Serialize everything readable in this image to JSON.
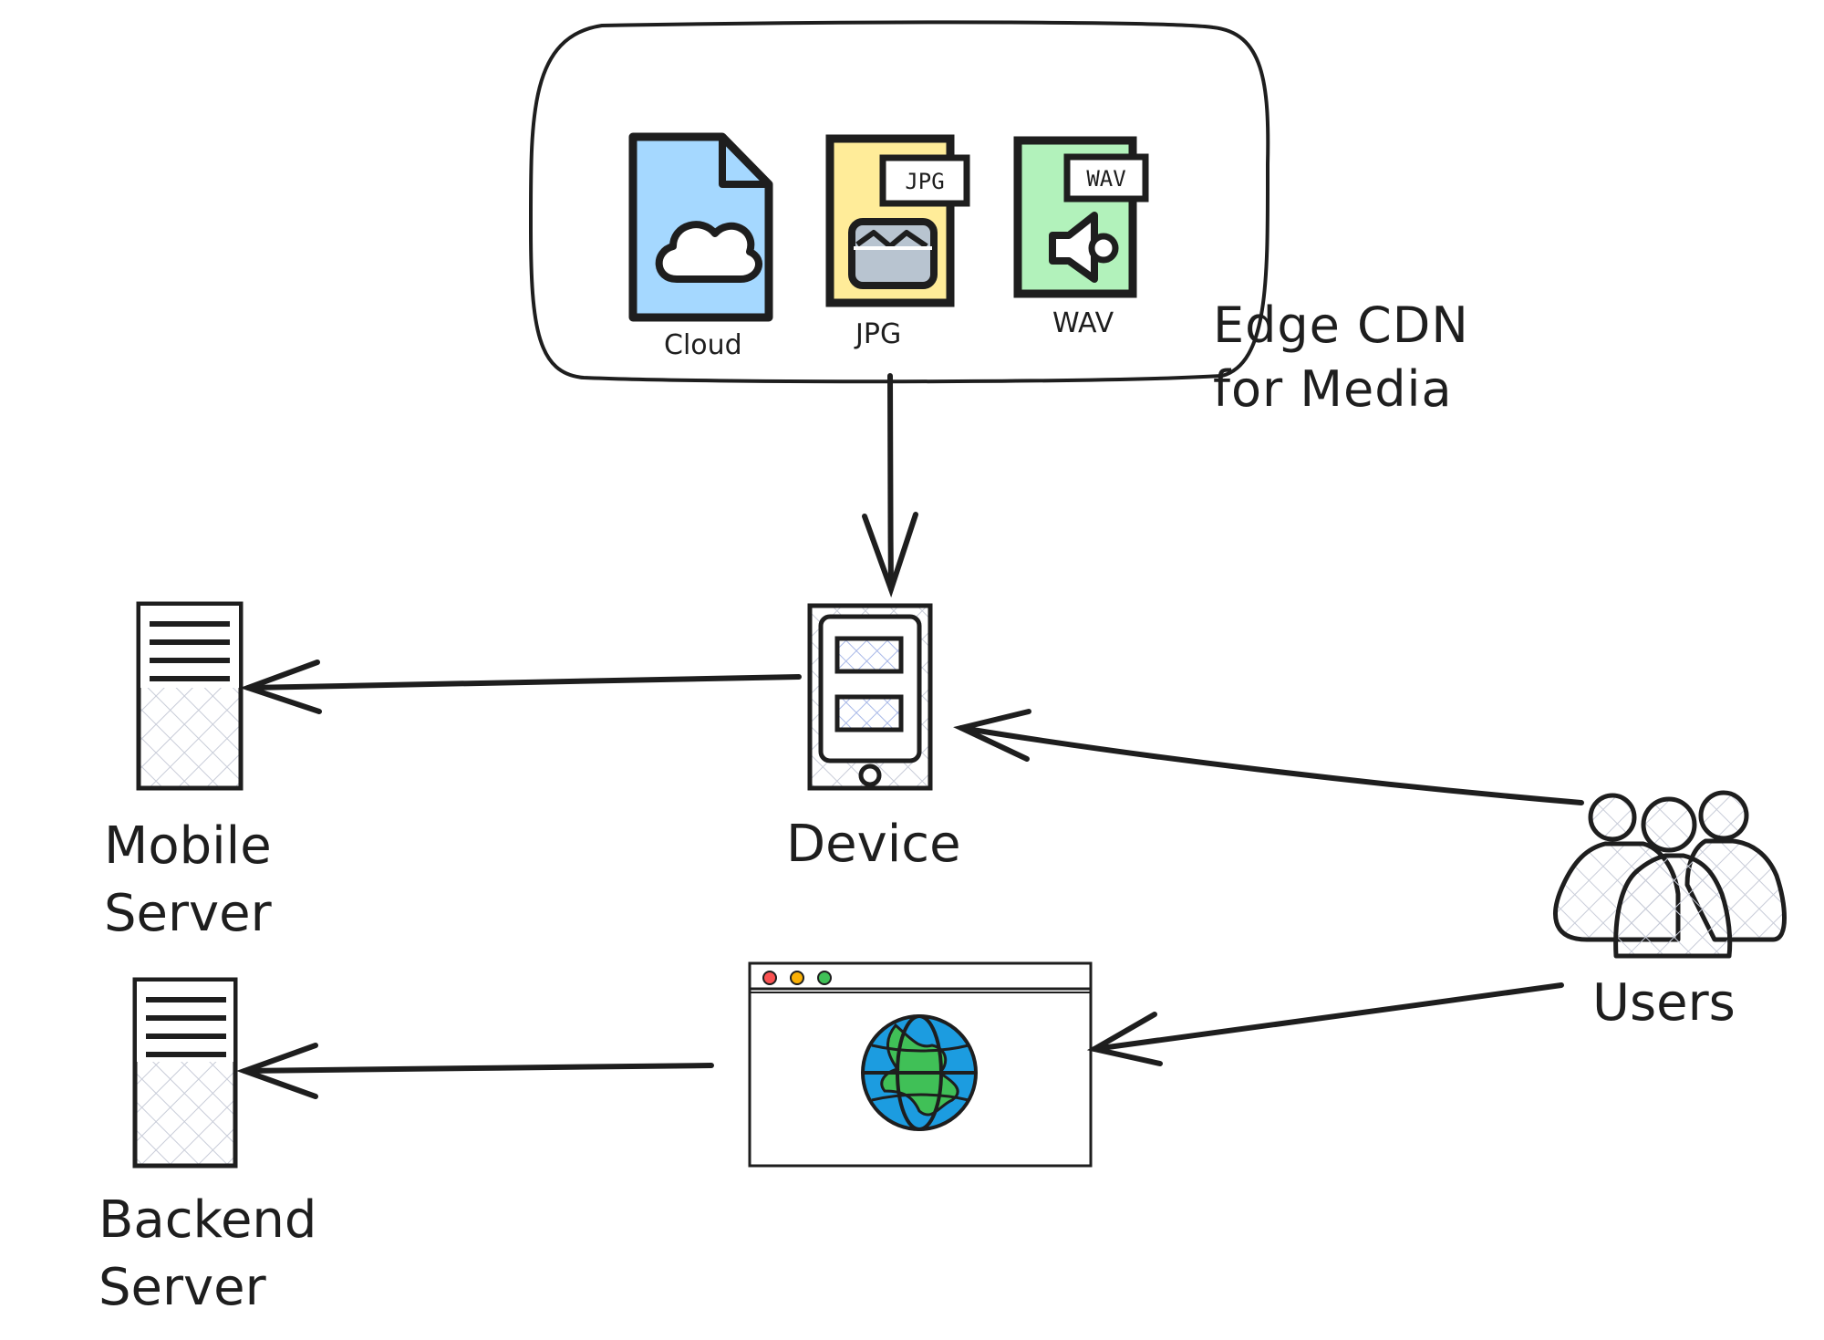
{
  "cdn": {
    "title_line1": "Edge CDN",
    "title_line2": "for Media",
    "files": [
      {
        "label": "Cloud",
        "badge": "",
        "color": "#a5d8ff"
      },
      {
        "label": "JPG",
        "badge": "JPG",
        "color": "#ffec99"
      },
      {
        "label": "WAV",
        "badge": "WAV",
        "color": "#b2f2bb"
      }
    ]
  },
  "nodes": {
    "device": {
      "label": "Device"
    },
    "mobile_server": {
      "line1": "Mobile",
      "line2": "Server"
    },
    "backend_server": {
      "line1": "Backend",
      "line2": "Server"
    },
    "users": {
      "label": "Users"
    }
  },
  "colors": {
    "stroke": "#1e1e1e",
    "globe_water": "#1c9ce0",
    "globe_land": "#40c057",
    "dot_red": "#fa5252",
    "dot_yellow": "#fab005",
    "dot_green": "#40c057",
    "hatch": "#c8ccd8"
  },
  "icons": [
    "cloud-file-icon",
    "jpg-file-icon",
    "wav-file-icon",
    "phone-icon",
    "server-icon",
    "browser-globe-icon",
    "users-icon"
  ]
}
